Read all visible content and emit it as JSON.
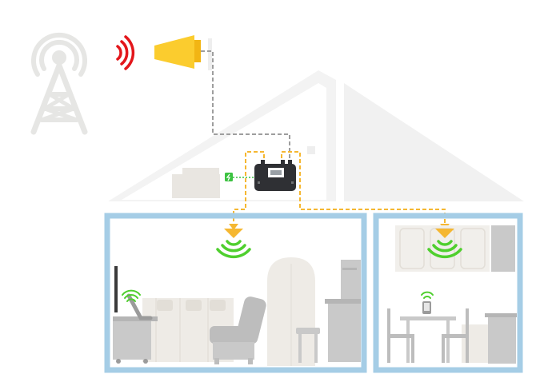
{
  "diagram": {
    "subject": "cell-signal-booster-installation",
    "elements": {
      "tower": "cell-tower-icon",
      "outside_signal": "signal-waves-icon",
      "outdoor_antenna": "yagi-antenna-icon",
      "booster": "signal-booster-unit",
      "power": "power-supply-icon",
      "indoor_antennas": [
        "dome-antenna-icon",
        "dome-antenna-icon"
      ],
      "rooms": [
        "living-room",
        "kitchen"
      ]
    },
    "colors": {
      "tower": "#e6e6e4",
      "signal_outside": "#e3161b",
      "antenna": "#fbcc2e",
      "cable_outdoor": "#9e9e9e",
      "cable_indoor": "#f5b731",
      "booster_body": "#2f3034",
      "power": "#3cc241",
      "signal_indoor": "#4fcf2e",
      "wall_frame": "#a5cde6",
      "furniture": "#e9e6e1",
      "furniture_dark": "#c9c9c9",
      "roof": "#f2f2f2"
    }
  }
}
